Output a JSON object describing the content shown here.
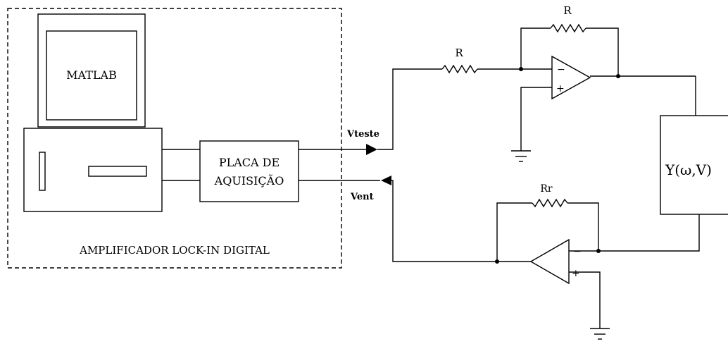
{
  "computer": {
    "screen_label": "MATLAB"
  },
  "daq_board": {
    "line1": "PLACA DE",
    "line2": "AQUISIÇÃO"
  },
  "system_label": "AMPLIFICADOR LOCK-IN DIGITAL",
  "signals": {
    "test": "Vteste",
    "input": "Vent"
  },
  "resistors": {
    "r_input": "R",
    "r_feedback": "R",
    "r_ref": "Rr"
  },
  "opamp_signs": {
    "minus": "−",
    "plus": "+"
  },
  "load": {
    "label": "Y(ω,V)"
  },
  "colors": {
    "line": "#000000",
    "background": "#ffffff"
  }
}
